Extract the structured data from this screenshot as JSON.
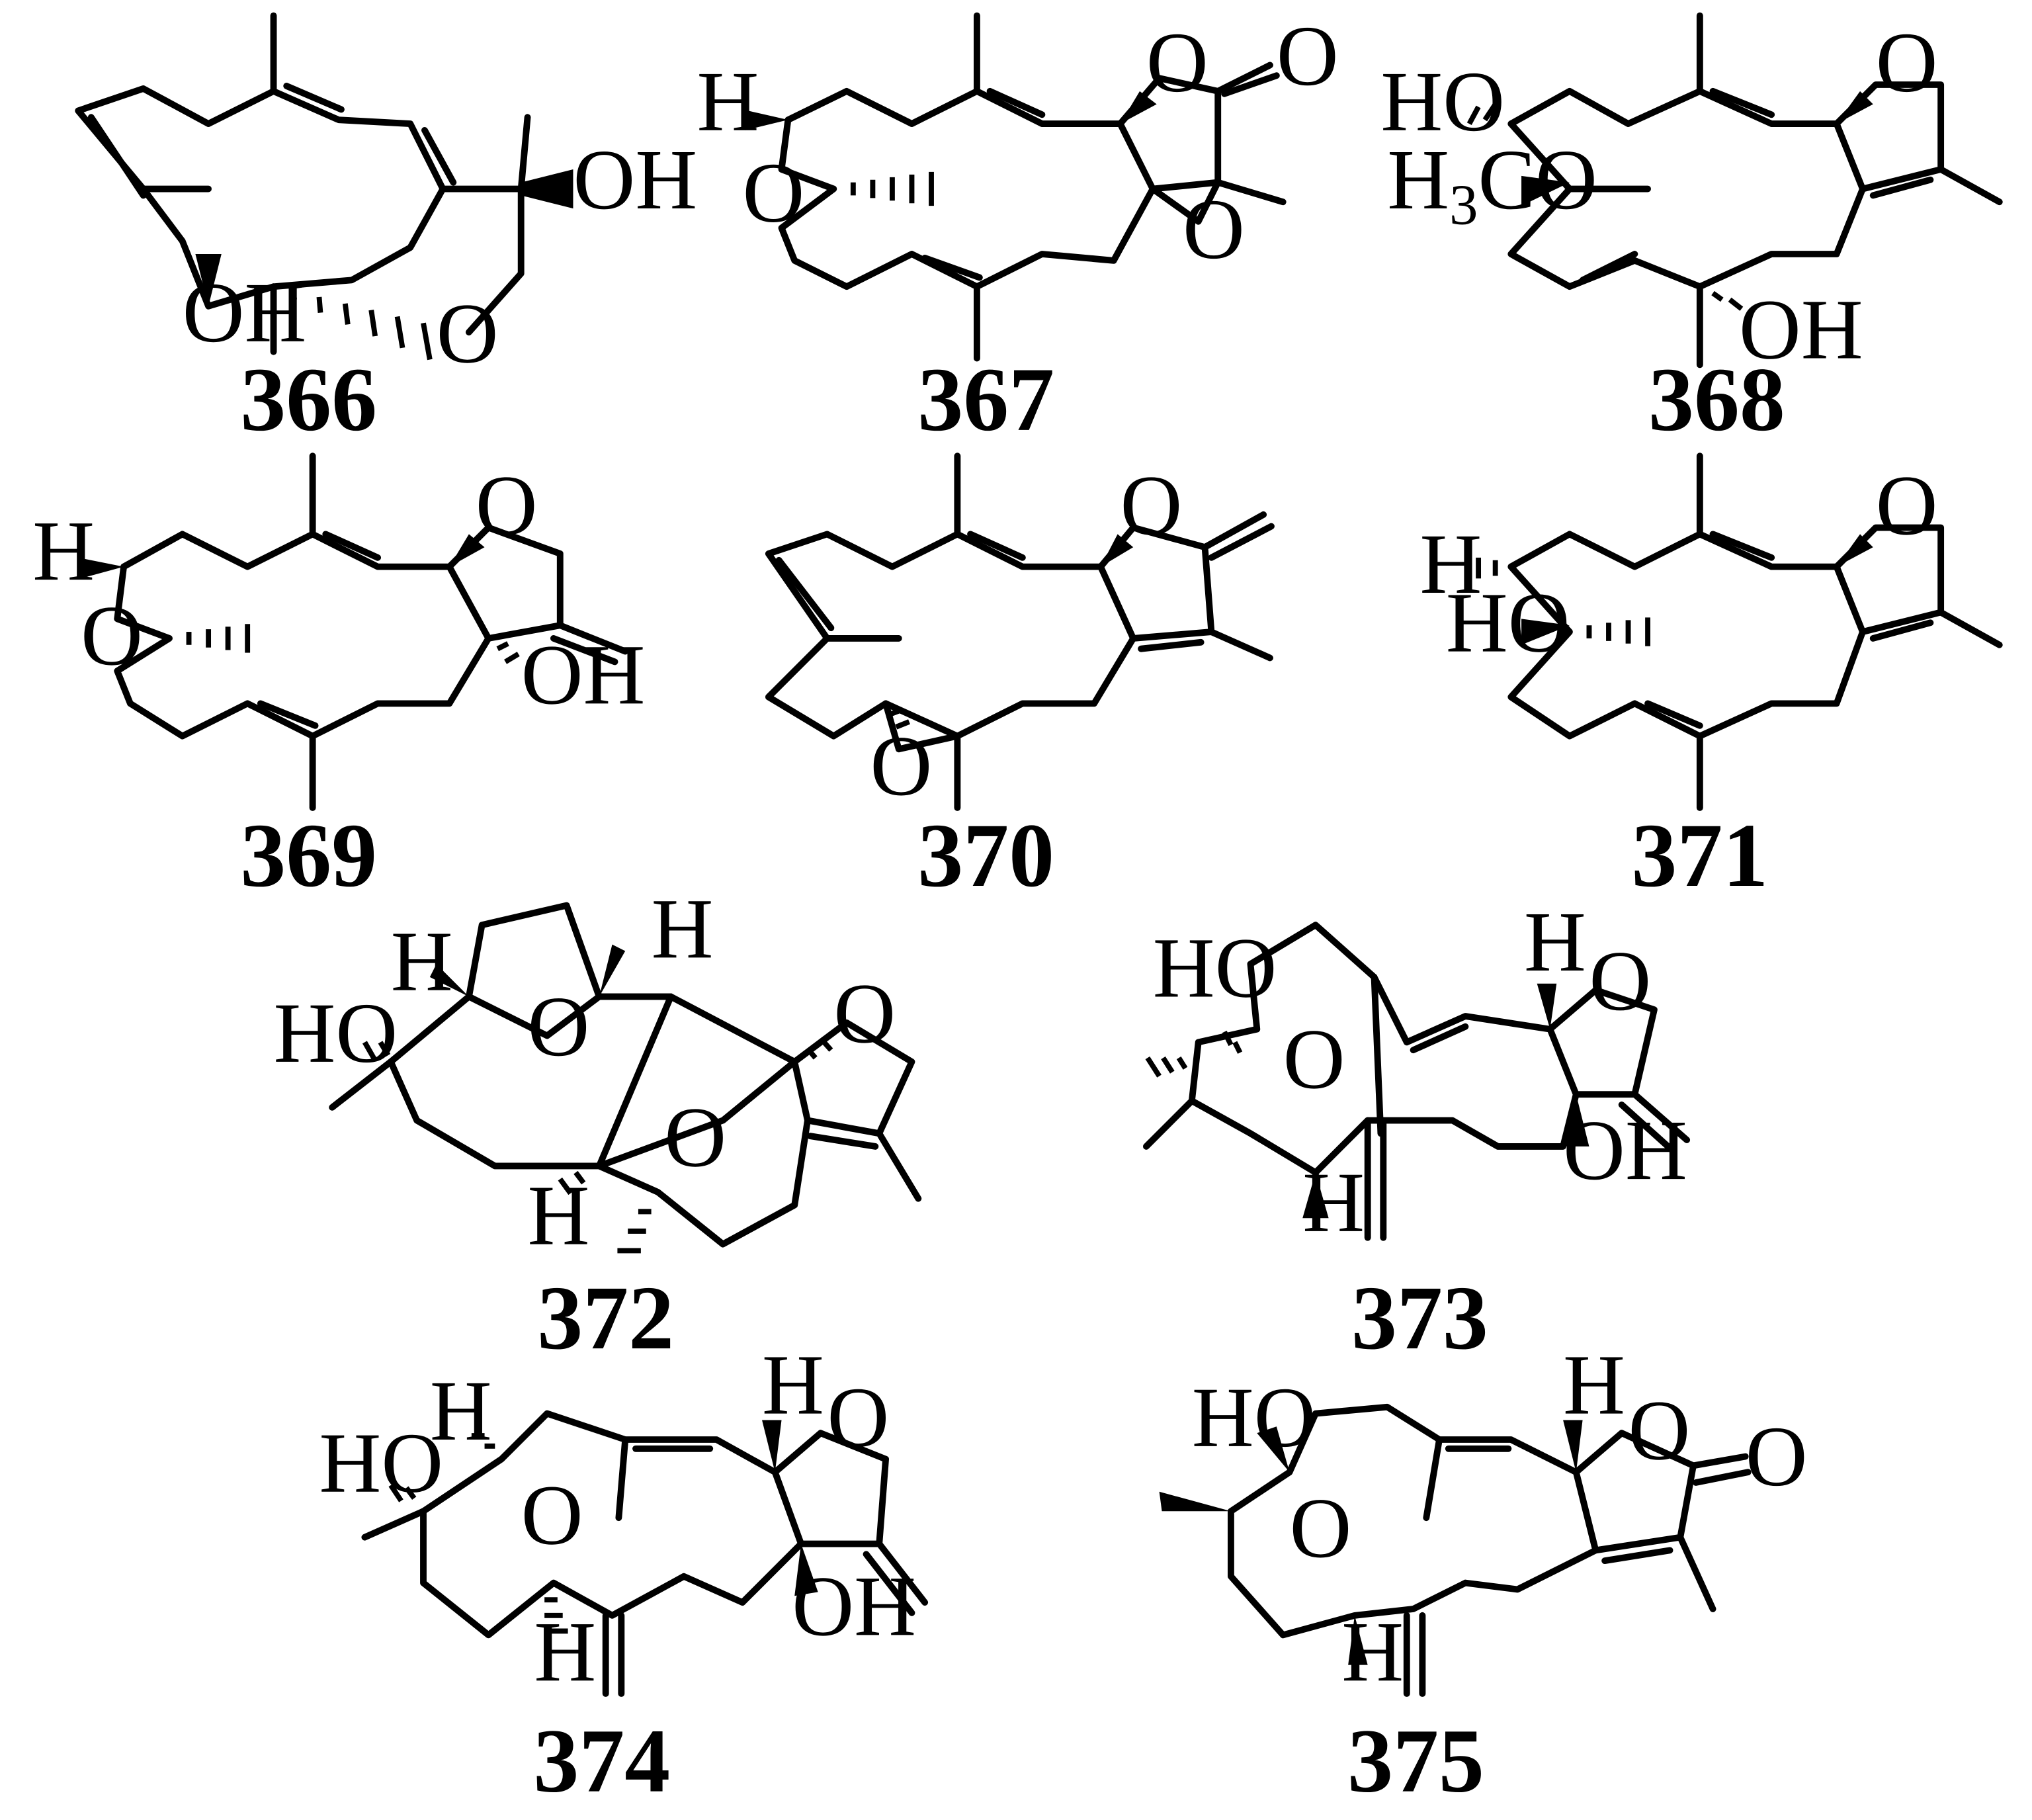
{
  "figure": {
    "compounds": [
      {
        "id": "366",
        "atoms": {
          "oh_a": "OH",
          "oh_b": "OH",
          "o_ring": "O"
        }
      },
      {
        "id": "367",
        "atoms": {
          "h": "H",
          "o_epox": "O",
          "o_lact": "O",
          "o_carb": "O",
          "o_epox2": "O"
        }
      },
      {
        "id": "368",
        "atoms": {
          "ho": "HO",
          "h3co_h": "H",
          "h3co_3": "3",
          "h3co_co": "CO",
          "o_ring": "O",
          "oh": "OH"
        }
      },
      {
        "id": "369",
        "atoms": {
          "h": "H",
          "o_epox": "O",
          "o_ring": "O",
          "oh": "OH"
        }
      },
      {
        "id": "370",
        "atoms": {
          "o_ring": "O",
          "o_epox": "O"
        }
      },
      {
        "id": "371",
        "atoms": {
          "h": "H",
          "ho": "HO",
          "o_ring": "O"
        }
      },
      {
        "id": "372",
        "atoms": {
          "h1": "H",
          "ho": "HO",
          "o1": "O",
          "h2": "H",
          "o2": "O",
          "o3": "O",
          "h3": "H"
        }
      },
      {
        "id": "373",
        "atoms": {
          "ho": "HO",
          "o1": "O",
          "h1": "H",
          "o2": "O",
          "oh": "OH",
          "h2": "H"
        }
      },
      {
        "id": "374",
        "atoms": {
          "h1": "H",
          "ho": "HO",
          "o1": "O",
          "h2": "H",
          "o2": "O",
          "oh": "OH",
          "h3": "H"
        }
      },
      {
        "id": "375",
        "atoms": {
          "ho": "HO",
          "h1": "H",
          "o1": "O",
          "o2": "O",
          "o3": "O",
          "h2": "H"
        }
      }
    ]
  }
}
